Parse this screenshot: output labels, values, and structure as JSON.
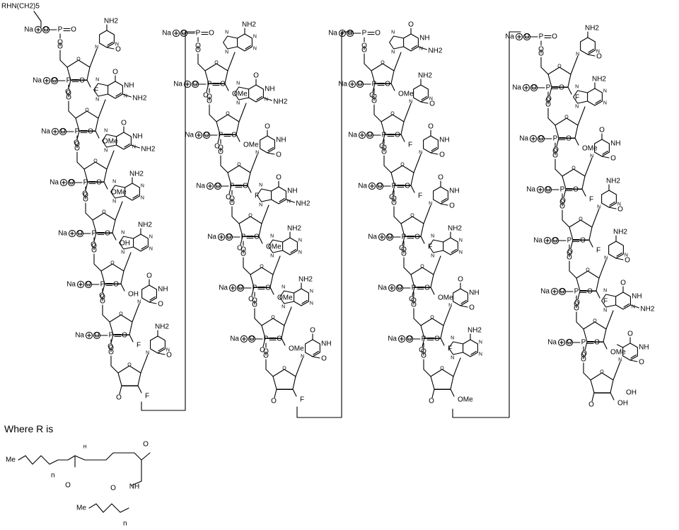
{
  "labels": {
    "linker": "RHN(CH2)5",
    "where_r": "Where R is",
    "na": "Na",
    "o": "O",
    "p": "P",
    "f": "F",
    "ome": "OMe",
    "oh": "OH",
    "nh2": "NH2",
    "n": "N",
    "nh": "NH",
    "h": "H",
    "me": "Me",
    "sub_n": "n"
  },
  "columns": [
    {
      "bases": [
        "C",
        "G",
        "G",
        "A",
        "A",
        "U",
        "C"
      ],
      "sugar_substituents": [
        "F",
        "OMe",
        "OMe",
        "OH",
        "OH",
        "F",
        "F"
      ]
    },
    {
      "bases": [
        "A",
        "G",
        "U",
        "G",
        "A",
        "A",
        "U"
      ],
      "sugar_substituents": [
        "OMe",
        "OMe",
        "F",
        "OMe",
        "OMe",
        "OMe",
        "F"
      ]
    },
    {
      "bases": [
        "G",
        "C",
        "U",
        "U",
        "A",
        "U",
        "A"
      ],
      "sugar_substituents": [
        "OMe",
        "F",
        "F",
        "F",
        "OMe",
        "F",
        "OMe"
      ]
    },
    {
      "bases": [
        "C",
        "A",
        "U",
        "C",
        "C",
        "G",
        "T"
      ],
      "sugar_substituents": [
        "F",
        "OMe",
        "F",
        "F",
        "F",
        "OMe",
        "OH"
      ]
    }
  ]
}
